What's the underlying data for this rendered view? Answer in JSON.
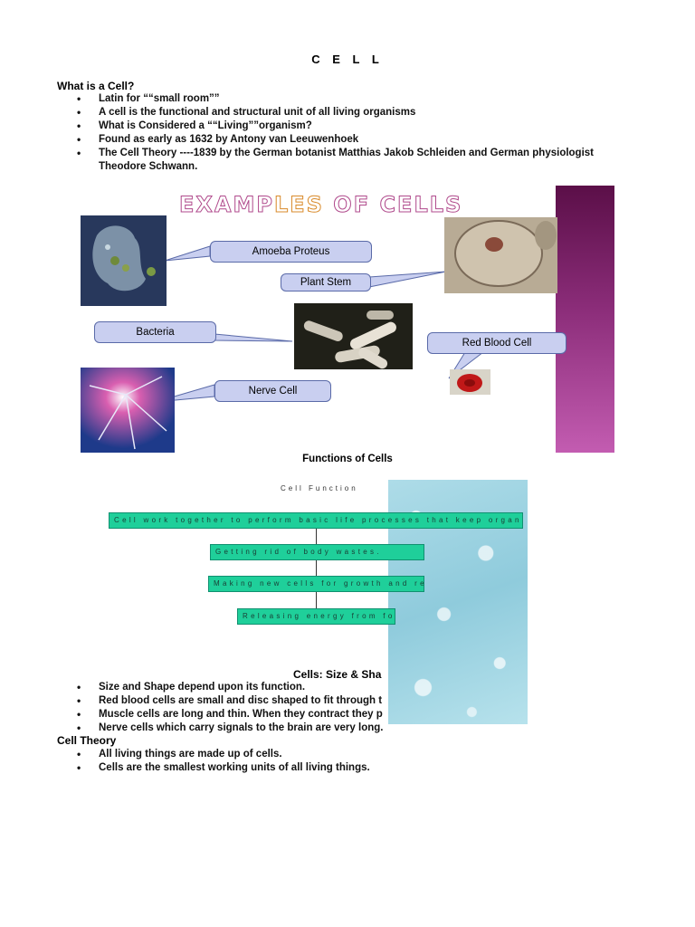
{
  "document": {
    "title": "C E L L",
    "what_is_cell": {
      "heading": "What is a Cell?",
      "bullets": [
        "Latin for ““small room””",
        "A cell is the functional and structural unit of all living organisms",
        "What is Considered a ““Living””organism?",
        "Found as early as 1632 by Antony van Leeuwenhoek",
        "The Cell Theory ----1839 by the German botanist Matthias Jakob Schleiden and German physiologist",
        "Theodore Schwann."
      ]
    },
    "examples": {
      "title_part1": "EXAMP",
      "title_part2": "LES",
      "title_part3": " OF CELLS",
      "labels": {
        "amoeba": "Amoeba Proteus",
        "plant": "Plant Stem",
        "bacteria": "Bacteria",
        "rbc": "Red Blood Cell",
        "nerve": "Nerve Cell"
      }
    },
    "functions": {
      "caption": "Functions of Cells",
      "diagram_title": "Cell Function",
      "top_box": "Cell work together to perform basic life processes that keep organisms alive.",
      "items": [
        "Getting rid of body wastes.",
        "Making new cells for growth and repair.",
        "Releasing energy from food."
      ]
    },
    "size_shape": {
      "heading": "Cells:  Size & Sha",
      "bullets": [
        "Size and Shape depend upon its function.",
        "Red  blood cells are small and disc shaped to fit through t",
        "Muscle cells are long and thin.  When they contract they p",
        "Nerve cells which carry signals to the brain are very long."
      ]
    },
    "cell_theory": {
      "heading": "Cell Theory",
      "bullets": [
        "All living things are made up of cells.",
        "Cells are the smallest working units of all living things."
      ]
    }
  },
  "colors": {
    "callout_fill": "#c9cff0",
    "function_box": "#1fcf9a",
    "purple_bar": "#8a2c78"
  }
}
